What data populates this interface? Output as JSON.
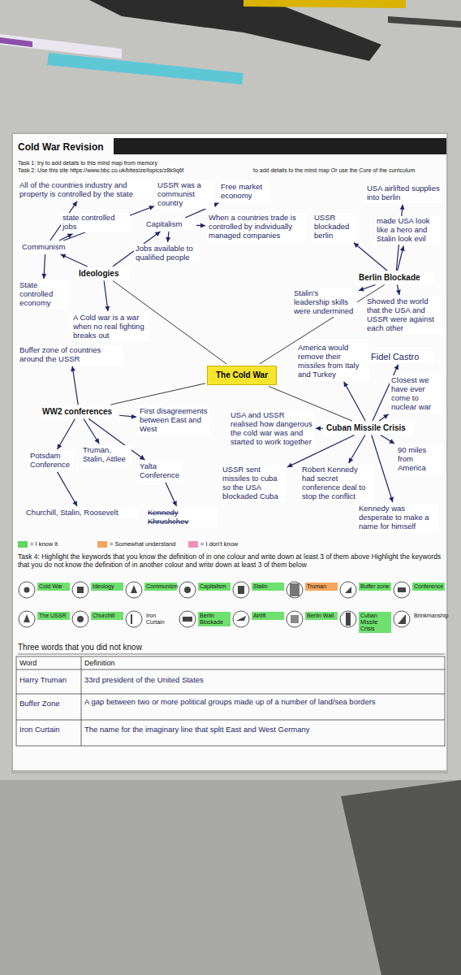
{
  "diagram": {
    "title": "Cold War Revision",
    "nodes": [
      {
        "text": [
          "The Cold War"
        ]
      },
      {
        "text": [
          "Ideologies"
        ]
      },
      {
        "text": [
          "Communism"
        ]
      },
      {
        "text": [
          "Capitalism"
        ]
      },
      {
        "text": [
          "All of the countries industry and property is controlled by the state"
        ]
      },
      {
        "text": [
          "state controlled jobs"
        ]
      },
      {
        "text": [
          "USSR was a communist country"
        ]
      },
      {
        "text": [
          "Free market economy"
        ]
      },
      {
        "text": [
          "When a countries trade is controlled by individually managed companies"
        ]
      },
      {
        "text": [
          "Jobs available to qualified people"
        ]
      },
      {
        "text": [
          "State controlled economy"
        ]
      },
      {
        "text": [
          "A Cold war is a war when no real fighting breaks out"
        ]
      },
      {
        "text": [
          "Berlin Blockade"
        ]
      },
      {
        "text": [
          "USSR blockaded berlin"
        ]
      },
      {
        "text": [
          "USA airlifted supplies into berlin"
        ]
      },
      {
        "text": [
          "made USA look like a hero and Stalin look evil"
        ]
      },
      {
        "text": [
          "Stalin's leadership skills were undermined"
        ]
      },
      {
        "text": [
          "Showed the world that the USA and USSR were against each other"
        ]
      },
      {
        "text": [
          "WW2 conferences"
        ]
      },
      {
        "text": [
          "Buffer zone of countries around the USSR"
        ]
      },
      {
        "text": [
          "First disagreements between East and West"
        ]
      },
      {
        "text": [
          "Potsdam Conference"
        ]
      },
      {
        "text": [
          "Truman, Stalin, Attlee"
        ]
      },
      {
        "text": [
          "Yalta Conference"
        ]
      },
      {
        "text": [
          "Churchill, Stalin, Roosevelt"
        ]
      },
      {
        "text": [
          "Kennedy Khrushchev"
        ]
      },
      {
        "text": [
          "Cuban Missile Crisis"
        ]
      },
      {
        "text": [
          "America would remove their missiles from Italy and Turkey"
        ]
      },
      {
        "text": [
          "Fidel Castro"
        ]
      },
      {
        "text": [
          "Closest we have ever come to nuclear war"
        ]
      },
      {
        "text": [
          "USA and USSR realised how dangerous the cold war was and started to work together"
        ]
      },
      {
        "text": [
          "90 miles from America"
        ]
      },
      {
        "text": [
          "USSR sent missiles to cuba so the USA blockaded Cuba"
        ]
      },
      {
        "text": [
          "Robert Kennedy had secret conference deal to stop the conflict"
        ]
      },
      {
        "text": [
          "Kennedy was desperate to make a name for himself"
        ]
      }
    ],
    "edges": [
      {
        "from": 0,
        "to": 1,
        "arrow": "none"
      },
      {
        "from": 0,
        "to": 12,
        "arrow": "none"
      },
      {
        "from": 0,
        "to": 18,
        "arrow": "none"
      },
      {
        "from": 0,
        "to": 26,
        "arrow": "none"
      },
      {
        "from": 1,
        "to": 2,
        "arrow": "to"
      },
      {
        "from": 1,
        "to": 3,
        "arrow": "to"
      },
      {
        "from": 2,
        "to": 4,
        "arrow": "to"
      },
      {
        "from": 2,
        "to": 5,
        "arrow": "to"
      },
      {
        "from": 2,
        "to": 6,
        "arrow": "to"
      },
      {
        "from": 2,
        "to": 10,
        "arrow": "to"
      },
      {
        "from": 3,
        "to": 7,
        "arrow": "to"
      },
      {
        "from": 3,
        "to": 8,
        "arrow": "to"
      },
      {
        "from": 3,
        "to": 9,
        "arrow": "to"
      },
      {
        "from": 1,
        "to": 11,
        "arrow": "to"
      },
      {
        "from": 12,
        "to": 13,
        "arrow": "to"
      },
      {
        "from": 12,
        "to": 14,
        "arrow": "to"
      },
      {
        "from": 12,
        "to": 15,
        "arrow": "to"
      },
      {
        "from": 12,
        "to": 16,
        "arrow": "to"
      },
      {
        "from": 12,
        "to": 17,
        "arrow": "to"
      },
      {
        "from": 18,
        "to": 19,
        "arrow": "to"
      },
      {
        "from": 18,
        "to": 20,
        "arrow": "to"
      },
      {
        "from": 18,
        "to": 21,
        "arrow": "to"
      },
      {
        "from": 18,
        "to": 22,
        "arrow": "to"
      },
      {
        "from": 18,
        "to": 23,
        "arrow": "to"
      },
      {
        "from": 21,
        "to": 24,
        "arrow": "to"
      },
      {
        "from": 23,
        "to": 25,
        "arrow": "to"
      },
      {
        "from": 26,
        "to": 27,
        "arrow": "to"
      },
      {
        "from": 26,
        "to": 28,
        "arrow": "to"
      },
      {
        "from": 26,
        "to": 29,
        "arrow": "to"
      },
      {
        "from": 26,
        "to": 30,
        "arrow": "to"
      },
      {
        "from": 26,
        "to": 31,
        "arrow": "to"
      },
      {
        "from": 26,
        "to": 32,
        "arrow": "to"
      },
      {
        "from": 26,
        "to": 33,
        "arrow": "to"
      },
      {
        "from": 26,
        "to": 34,
        "arrow": "to"
      }
    ],
    "labels": [
      "Task 1: try to add details to this mind map from memory",
      "Task 2: Use this site https://www.bbc.co.uk/bitesize/topics/z8k9q6f",
      "to add details to the mind map Or use the Core of the curriculum",
      "Task 4: Highlight the keywords that you know the definition of in one colour and write down at least 3 of them above Highlight the keywords that you do not know the definition of in another colour and write down at least 3 of them below",
      "Cold War",
      "Ideology",
      "Communism",
      "Capitalism",
      "Stalin",
      "Truman",
      "Buffer zone",
      "Conference",
      "The USSR",
      "Churchill",
      "Iron Curtain",
      "Berlin Blockade",
      "Airlift",
      "Berlin Wall",
      "Cuban Missile Crisis",
      "Brinkmanship",
      "Three words that you did not know",
      "Word",
      "Definition",
      "Harry Truman",
      "33rd president of the United States",
      "Buffer Zone",
      "A gap between two or more political groups made up of a number of land/sea borders",
      "Iron Curtain",
      "The name for the imaginary line that split East and West Germany"
    ],
    "legend": [
      {
        "text": "= I know it",
        "color": "#5fd65f"
      },
      {
        "text": "= Somewhat understand",
        "color": "#f6a35c"
      },
      {
        "text": "= I don't know",
        "color": "#f28fb8"
      }
    ]
  }
}
